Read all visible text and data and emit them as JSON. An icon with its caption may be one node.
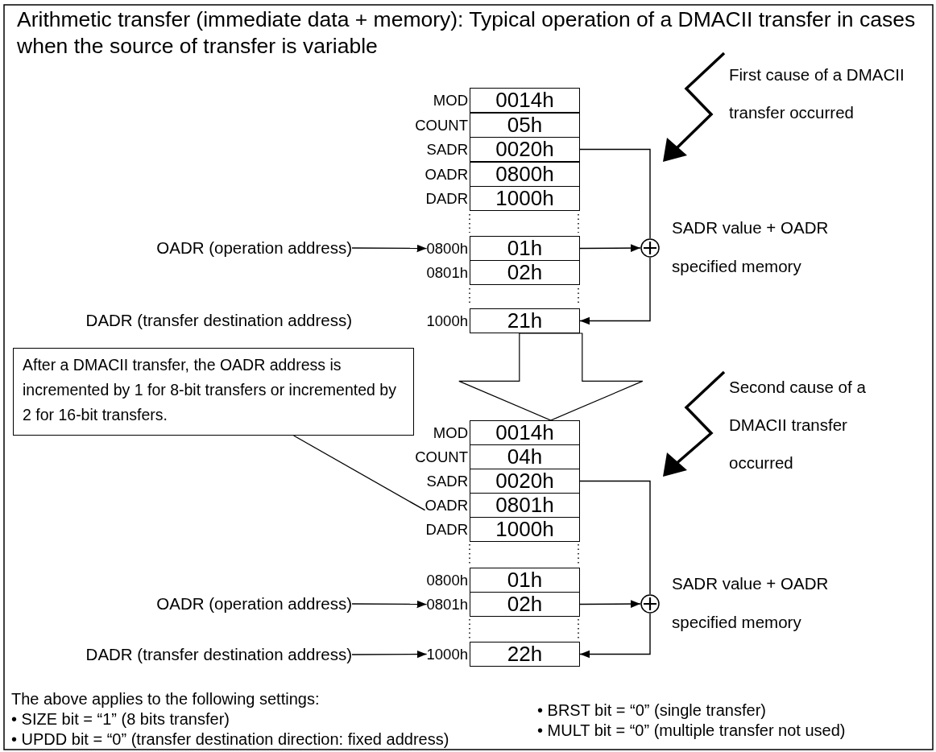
{
  "diagram": {
    "title": "Arithmetic transfer (immediate data + memory): Typical operation of a DMACII transfer in cases when the source of transfer is variable",
    "nodes": [
      {
        "text": [
          "0014h"
        ],
        "beside": [
          "MOD"
        ]
      },
      {
        "text": [
          "05h"
        ],
        "beside": [
          "COUNT"
        ]
      },
      {
        "text": [
          "0020h"
        ],
        "beside": [
          "SADR"
        ]
      },
      {
        "text": [
          "0800h"
        ],
        "beside": [
          "OADR"
        ]
      },
      {
        "text": [
          "1000h"
        ],
        "beside": [
          "DADR"
        ]
      },
      {
        "text": [
          "01h"
        ],
        "beside": [
          "0800h"
        ]
      },
      {
        "text": [
          "02h"
        ],
        "beside": [
          "0801h"
        ]
      },
      {
        "text": [
          "21h"
        ],
        "beside": [
          "1000h"
        ]
      },
      {
        "text": [
          "OADR (operation address)"
        ]
      },
      {
        "text": [
          "DADR (transfer destination address)"
        ]
      },
      {
        "text": [],
        "shape": "circle",
        "beside": [
          "SADR value + OADR specified memory"
        ]
      },
      {
        "text": [
          "After a DMACII transfer, the OADR address is incremented by 1 for 8-bit transfers or incremented by 2 for 16-bit transfers."
        ]
      },
      {
        "text": [
          "0014h"
        ],
        "beside": [
          "MOD"
        ]
      },
      {
        "text": [
          "04h"
        ],
        "beside": [
          "COUNT"
        ]
      },
      {
        "text": [
          "0020h"
        ],
        "beside": [
          "SADR"
        ]
      },
      {
        "text": [
          "0801h"
        ],
        "beside": [
          "OADR"
        ]
      },
      {
        "text": [
          "1000h"
        ],
        "beside": [
          "DADR"
        ]
      },
      {
        "text": [
          "01h"
        ],
        "beside": [
          "0800h"
        ]
      },
      {
        "text": [
          "02h"
        ],
        "beside": [
          "0801h"
        ]
      },
      {
        "text": [
          "22h"
        ],
        "beside": [
          "1000h"
        ]
      },
      {
        "text": [
          "OADR (operation address)"
        ]
      },
      {
        "text": [
          "DADR (transfer destination address)"
        ]
      },
      {
        "text": [],
        "shape": "circle",
        "beside": [
          "SADR value + OADR specified memory"
        ]
      }
    ],
    "edges": [
      {
        "from": 8,
        "to": 5,
        "arrow": "to"
      },
      {
        "from": 2,
        "to": 10,
        "arrow": "none"
      },
      {
        "from": 5,
        "to": 10,
        "arrow": "to"
      },
      {
        "from": 10,
        "to": 7,
        "arrow": "to"
      },
      {
        "from": 11,
        "to": 15,
        "arrow": "none"
      },
      {
        "from": 20,
        "to": 18,
        "arrow": "to"
      },
      {
        "from": 14,
        "to": 22,
        "arrow": "none"
      },
      {
        "from": 18,
        "to": 22,
        "arrow": "to"
      },
      {
        "from": 22,
        "to": 19,
        "arrow": "to"
      },
      {
        "from": 21,
        "to": 19,
        "arrow": "to"
      },
      {
        "from": 7,
        "to": 12,
        "arrow": "to",
        "style": "thick"
      }
    ],
    "labels": [
      "First cause of a DMACII transfer occurred",
      "Second cause of a DMACII transfer occurred",
      "The above applies to the following settings:",
      "• SIZE bit = “1” (8 bits transfer)",
      "• UPDD bit = “0” (transfer destination direction: fixed address)",
      "• BRST bit = “0” (single transfer)",
      "• MULT bit = “0” (multiple transfer not used)"
    ]
  }
}
